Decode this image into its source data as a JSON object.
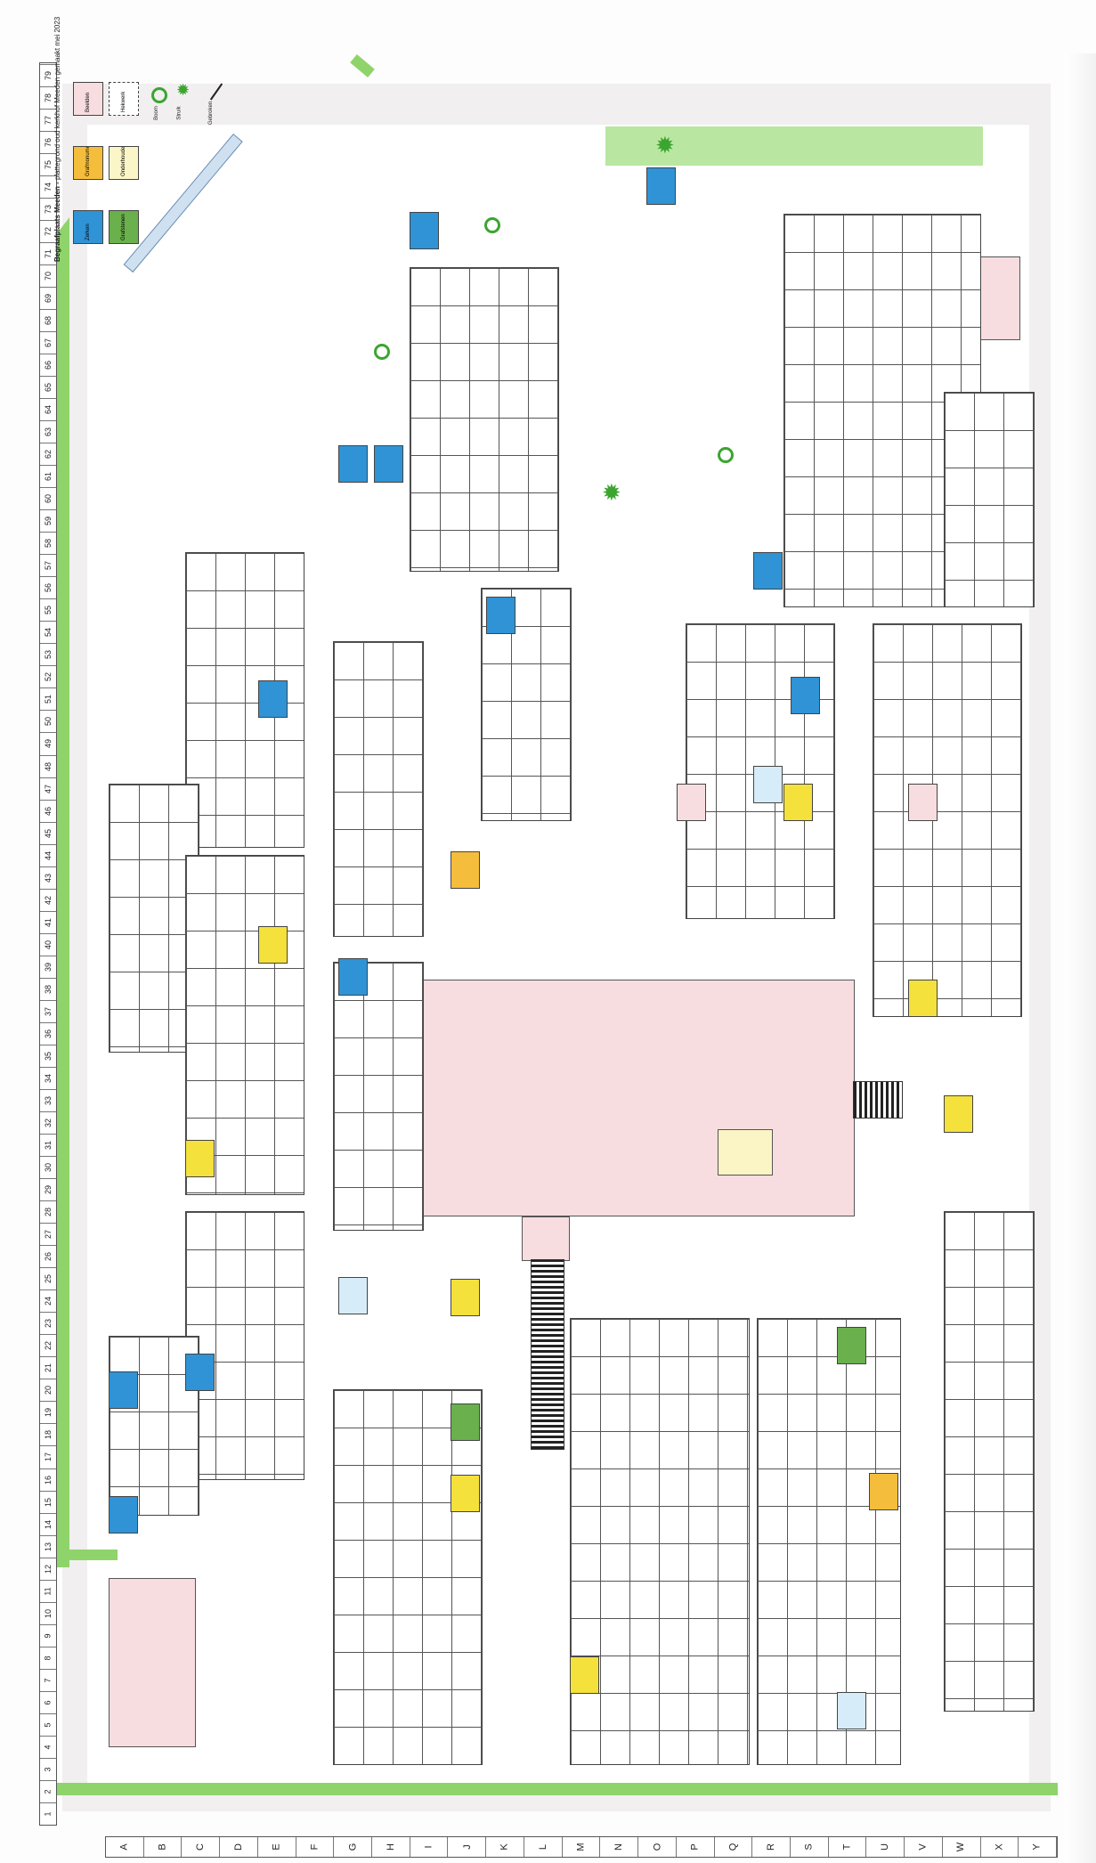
{
  "map": {
    "title": "Begraafplaats Meeden",
    "subtitle": "plattegrond oud kerkhof Meeden gemaakt mei 2023",
    "column_numbers": [
      "1",
      "2",
      "3",
      "4",
      "5",
      "6",
      "7",
      "8",
      "9",
      "10",
      "11",
      "12",
      "13",
      "14",
      "15",
      "16",
      "17",
      "18",
      "19",
      "20",
      "21",
      "22",
      "23",
      "24",
      "25",
      "26",
      "27",
      "28",
      "29",
      "30",
      "31",
      "32",
      "33",
      "34",
      "35",
      "36",
      "37",
      "38",
      "39",
      "40",
      "41",
      "42",
      "43",
      "44",
      "45",
      "46",
      "47",
      "48",
      "49",
      "50",
      "51",
      "52",
      "53",
      "54",
      "55",
      "56",
      "57",
      "58",
      "59",
      "60",
      "61",
      "62",
      "63",
      "64",
      "65",
      "66",
      "67",
      "68",
      "69",
      "70",
      "71",
      "72",
      "73",
      "74",
      "75",
      "76",
      "77",
      "78",
      "79"
    ],
    "row_letters": [
      "A",
      "B",
      "C",
      "D",
      "E",
      "F",
      "G",
      "H",
      "I",
      "J",
      "K",
      "L",
      "M",
      "N",
      "O",
      "P",
      "Q",
      "R",
      "S",
      "T",
      "U",
      "V",
      "W",
      "X",
      "Y"
    ],
    "legend": {
      "items": [
        {
          "label": "Zerken",
          "color": "#2f93d6"
        },
        {
          "label": "Grafmonument",
          "color": "#f5bd3c"
        },
        {
          "label": "Onderhouden",
          "color": "#fbf6c7"
        },
        {
          "label": "Grafstenen",
          "color": "#6ab04c"
        },
        {
          "label": "Beelden",
          "color": "#f8dde0"
        },
        {
          "label": "Hekwerk",
          "color": "#ffffff"
        }
      ],
      "symbols": [
        "Boom",
        "Struik",
        "Gebroken"
      ],
      "icons": [
        "tree-icon",
        "ring-shrub-icon",
        "broken-stone-icon"
      ]
    },
    "colors": {
      "hedge": "#8fd36b",
      "ground": "#f1efef",
      "building": "#f8dde0",
      "plot_blue": "#2f93d6",
      "plot_yellow": "#f4e13c",
      "plot_light_yellow": "#fbf6c7"
    }
  }
}
